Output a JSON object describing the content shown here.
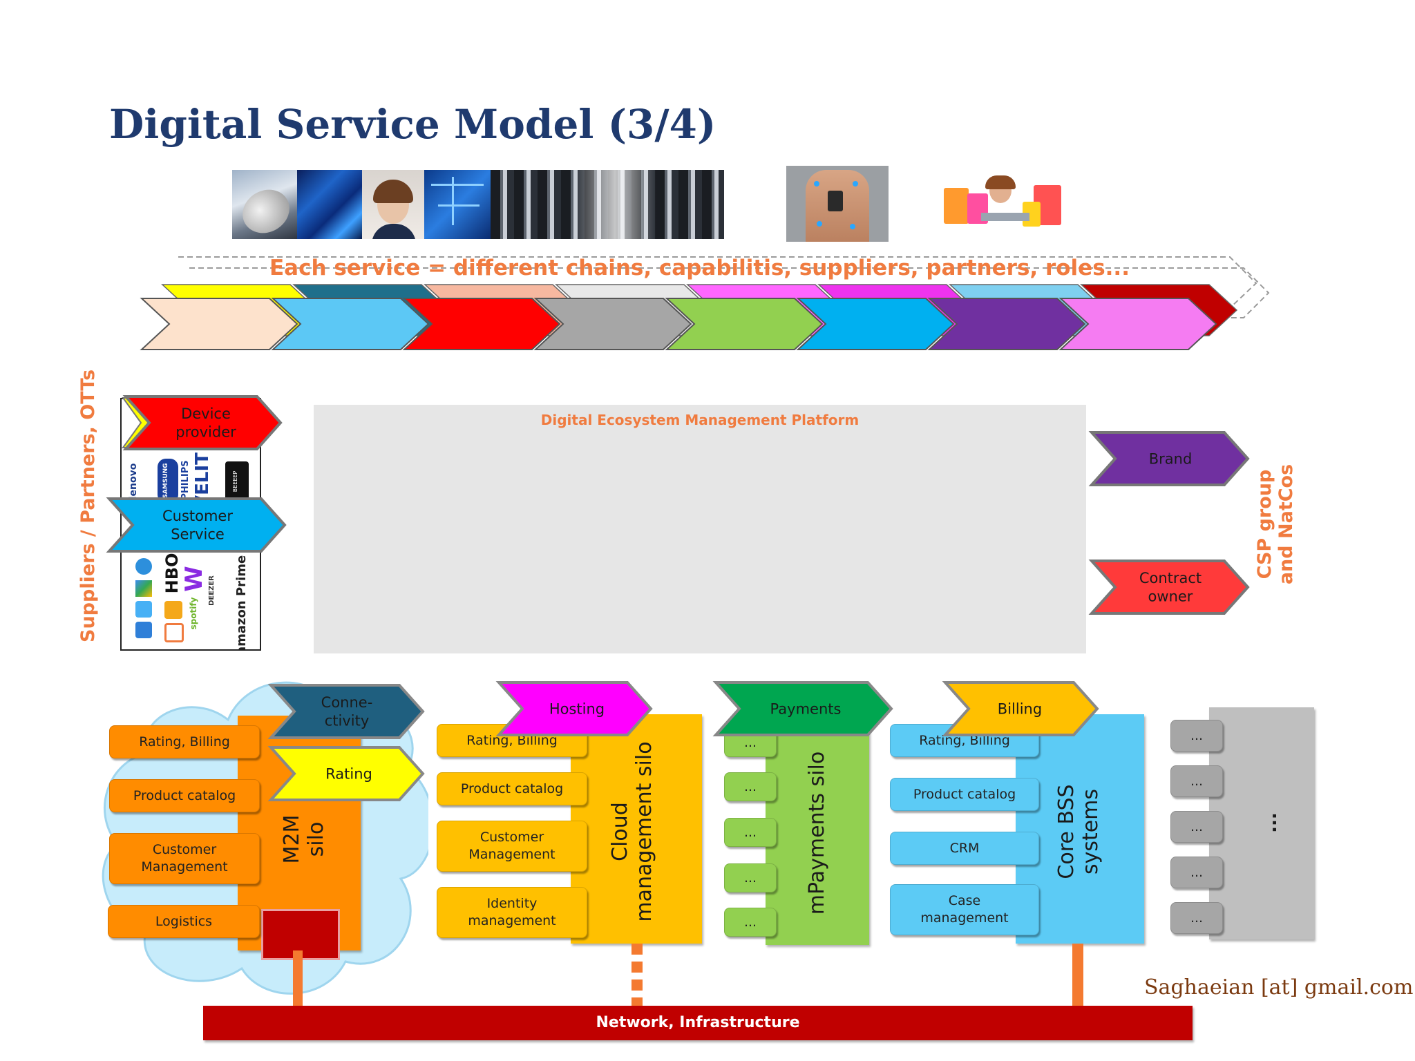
{
  "title": "Digital Service Model (3/4)",
  "banner": "Each service = different chains, capabilitis, suppliers, partners, roles...",
  "platform_label": "Digital Ecosystem Management Platform",
  "left_vertical": "Suppliers / Partners, OTTs",
  "right_vertical": [
    "CSP group",
    "and NatCos"
  ],
  "partner_arrows": [
    {
      "label_lines": [
        "Device",
        "provider"
      ],
      "color": "#ff0000"
    },
    {
      "label_lines": [
        "Customer",
        "Service"
      ],
      "color": "#00b0f0"
    }
  ],
  "csp_arrows": [
    {
      "label_lines": [
        "Brand"
      ],
      "color": "#7030a0"
    },
    {
      "label_lines": [
        "Contract",
        "owner"
      ],
      "color": "#ff3a3a"
    }
  ],
  "chain_colors": [
    "#fde2cc",
    "#5cc8f5",
    "#ff0000",
    "#a6a6a6",
    "#92d050",
    "#00b0f0",
    "#7030a0",
    "#f57cf2"
  ],
  "chain_back_colors": [
    "#ffff00",
    "#1f6f8b",
    "#f7b8a0",
    "#e8e8e8",
    "#ff66ff",
    "#ee33ee",
    "#7fd0f0",
    "#c00000"
  ],
  "logos": [
    "lenovo",
    "SAMSUNG",
    "PHILIPS",
    "VELIT",
    "BEEEEP",
    "HBO",
    "W",
    "DEEZER",
    "amazon Prime",
    "spotify"
  ],
  "m2m": {
    "arrow1": [
      "Conne-",
      "ctivity"
    ],
    "arrow2": [
      "Rating"
    ],
    "silo": [
      "M2M",
      "silo"
    ],
    "items": [
      [
        "Rating, Billing"
      ],
      [
        "Product catalog"
      ],
      [
        "Customer",
        "Management"
      ],
      [
        "Logistics"
      ]
    ]
  },
  "cloud": {
    "arrow": [
      "Hosting"
    ],
    "silo": [
      "Cloud",
      "management silo"
    ],
    "items": [
      [
        "Rating, Billing"
      ],
      [
        "Product catalog"
      ],
      [
        "Customer",
        "Management"
      ],
      [
        "Identity",
        "management"
      ]
    ]
  },
  "payments": {
    "arrow": [
      "Payments"
    ],
    "silo": [
      "mPayments silo"
    ],
    "items": [
      "...",
      "...",
      "...",
      "...",
      "..."
    ]
  },
  "bss": {
    "arrow": [
      "Billing"
    ],
    "silo": [
      "Core BSS",
      "systems"
    ],
    "items": [
      [
        "Rating, Billing"
      ],
      [
        "Product catalog"
      ],
      [
        "CRM"
      ],
      [
        "Case",
        "management"
      ]
    ]
  },
  "other": {
    "silo": "...",
    "items": [
      "...",
      "...",
      "...",
      "...",
      "..."
    ]
  },
  "network": "Network, Infrastructure",
  "credit": "Saghaeian [at] gmail.com",
  "colors": {
    "title": "#1f3a6e",
    "orange_text": "#f07b3f",
    "m2m_orange": "#ff8c00",
    "cloud_yellow": "#ffc000",
    "pay_green": "#92d050",
    "bss_blue": "#5ccbf5",
    "network_red": "#c00000",
    "credit": "#7b3a10"
  }
}
